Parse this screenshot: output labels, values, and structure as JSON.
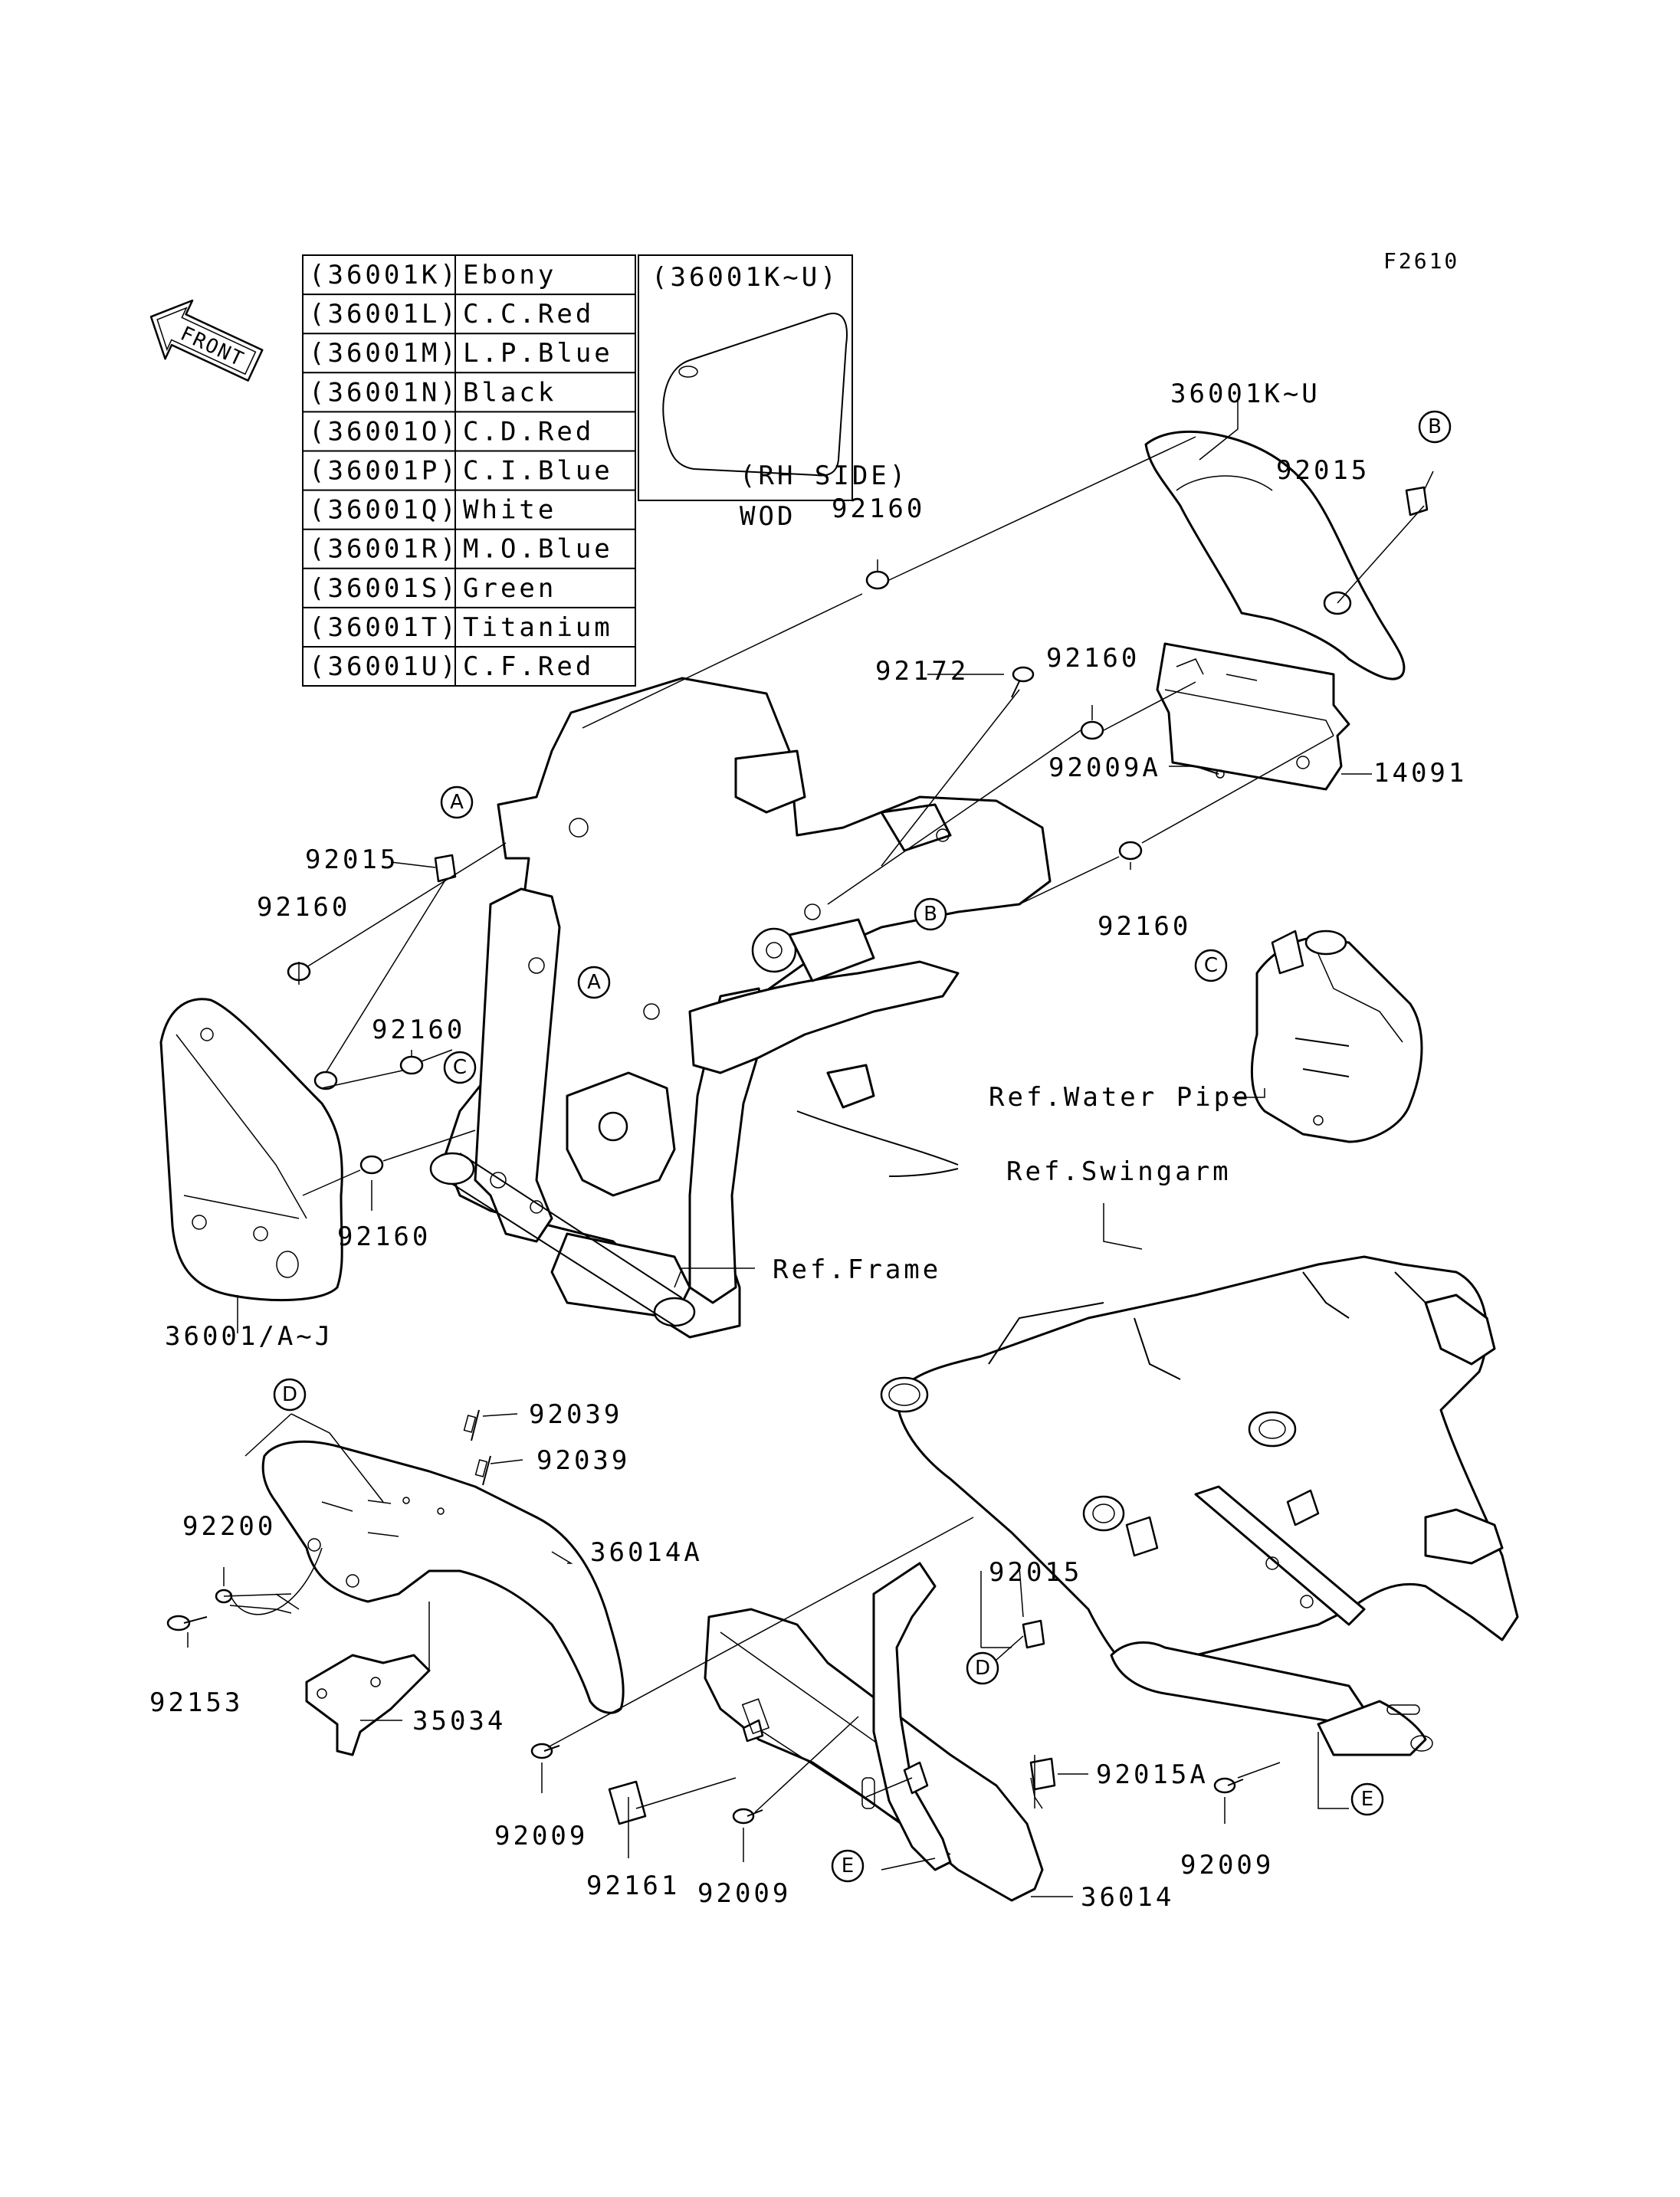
{
  "figure_code": "F2610",
  "front_label": "FRONT",
  "color_table": [
    {
      "code": "(36001K)",
      "color": "Ebony"
    },
    {
      "code": "(36001L)",
      "color": "C.C.Red"
    },
    {
      "code": "(36001M)",
      "color": "L.P.Blue"
    },
    {
      "code": "(36001N)",
      "color": "Black"
    },
    {
      "code": "(36001O)",
      "color": "C.D.Red"
    },
    {
      "code": "(36001P)",
      "color": "C.I.Blue"
    },
    {
      "code": "(36001Q)",
      "color": "White"
    },
    {
      "code": "(36001R)",
      "color": "M.O.Blue"
    },
    {
      "code": "(36001S)",
      "color": "Green"
    },
    {
      "code": "(36001T)",
      "color": "Titanium"
    },
    {
      "code": "(36001U)",
      "color": "C.F.Red"
    }
  ],
  "inset": {
    "title": "(36001K~U)",
    "caption": "(RH SIDE)",
    "below": "WOD"
  },
  "part_labels": {
    "p36001KU": "36001K~U",
    "p92015_top": "92015",
    "p92160_a": "92160",
    "p92172": "92172",
    "p92160_b": "92160",
    "p92009A": "92009A",
    "p14091": "14091",
    "p92160_c": "92160",
    "p92015_left": "92015",
    "p92160_left": "92160",
    "p92160_mid": "92160",
    "p92160_low": "92160",
    "p36001AJ": "36001/A~J",
    "ref_water_pipe": "Ref.Water Pipe",
    "ref_swingarm": "Ref.Swingarm",
    "ref_frame": "Ref.Frame",
    "p92039_a": "92039",
    "p92039_b": "92039",
    "p92200": "92200",
    "p36014A": "36014A",
    "p92153": "92153",
    "p35034": "35034",
    "p92015_low": "92015",
    "p92015A": "92015A",
    "p92009_left": "92009",
    "p92161": "92161",
    "p92009_mid": "92009",
    "p36014": "36014",
    "p92009_right": "92009"
  },
  "callouts": {
    "A": "A",
    "B": "B",
    "C": "C",
    "D": "D",
    "E": "E"
  }
}
